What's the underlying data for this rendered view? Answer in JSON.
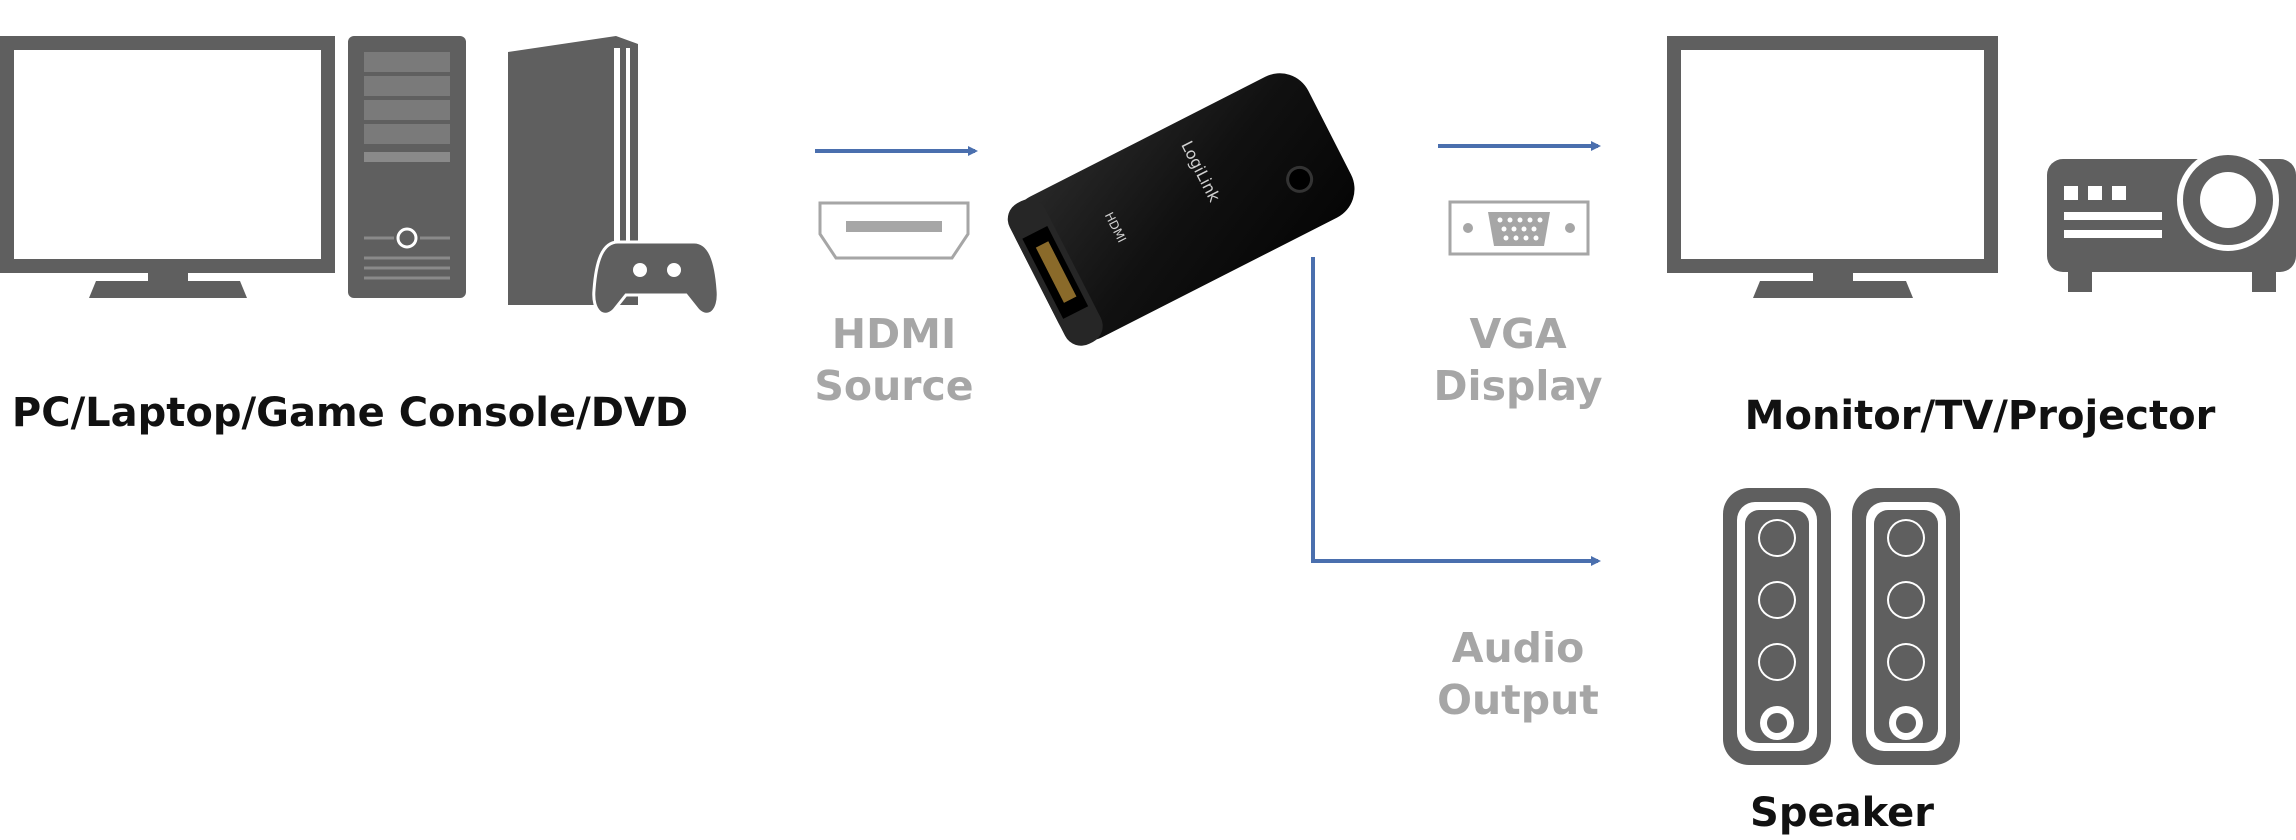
{
  "colors": {
    "device_gray": "#5f5f5f",
    "arrow_blue": "#4a6fae",
    "label_gray": "#a6a6a6",
    "label_dark": "#111111",
    "adapter_black": "#141414"
  },
  "labels": {
    "source_devices": "PC/Laptop/Game Console/DVD",
    "hdmi_line1": "HDMI",
    "hdmi_line2": "Source",
    "vga_line1": "VGA",
    "vga_line2": "Display",
    "audio_line1": "Audio",
    "audio_line2": "Output",
    "display_devices": "Monitor/TV/Projector",
    "speaker": "Speaker"
  },
  "adapter": {
    "brand_text": "LogiLink",
    "port_text": "HDMI"
  },
  "icons": {
    "source": [
      "monitor-icon",
      "pc-tower-icon",
      "game-console-icon",
      "gamepad-icon"
    ],
    "connectors": [
      "hdmi-connector-icon",
      "vga-connector-icon"
    ],
    "outputs": [
      "monitor-icon",
      "projector-icon",
      "speaker-icon"
    ]
  }
}
